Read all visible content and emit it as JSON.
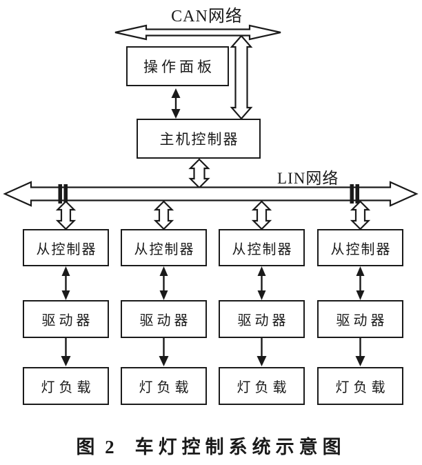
{
  "diagram": {
    "can_label": "CAN网络",
    "lin_label": "LIN网络",
    "panel": "操作面板",
    "host": "主机控制器",
    "columns": [
      {
        "slave": "从控制器",
        "driver": "驱动器",
        "load": "灯负载"
      },
      {
        "slave": "从控制器",
        "driver": "驱动器",
        "load": "灯负载"
      },
      {
        "slave": "从控制器",
        "driver": "驱动器",
        "load": "灯负载"
      },
      {
        "slave": "从控制器",
        "driver": "驱动器",
        "load": "灯负载"
      }
    ],
    "caption_prefix": "图 2",
    "caption_title": "车灯控制系统示意图",
    "colors": {
      "ink": "#1a1a1a",
      "paper": "#ffffff"
    }
  }
}
